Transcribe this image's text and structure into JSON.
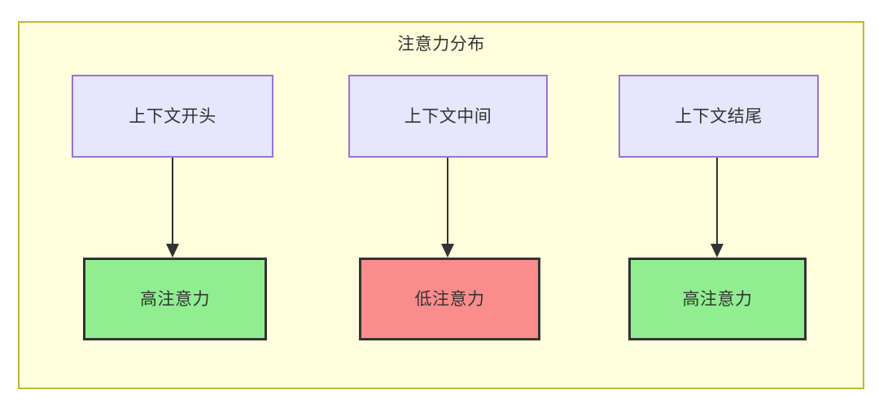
{
  "diagram": {
    "title": "注意力分布",
    "container": {
      "fill": "#ffffdd",
      "border": "#bfb635"
    },
    "palette": {
      "context_fill": "#e6e6fc",
      "context_border": "#9673d6",
      "high_attention_fill": "#90ee90",
      "low_attention_fill": "#fa8c8c",
      "node_border": "#333333",
      "text": "#333333",
      "edge": "#333333"
    },
    "columns": [
      {
        "source": "上下文开头",
        "target": "高注意力",
        "target_state": "high"
      },
      {
        "source": "上下文中间",
        "target": "低注意力",
        "target_state": "low"
      },
      {
        "source": "上下文结尾",
        "target": "高注意力",
        "target_state": "high"
      }
    ]
  }
}
